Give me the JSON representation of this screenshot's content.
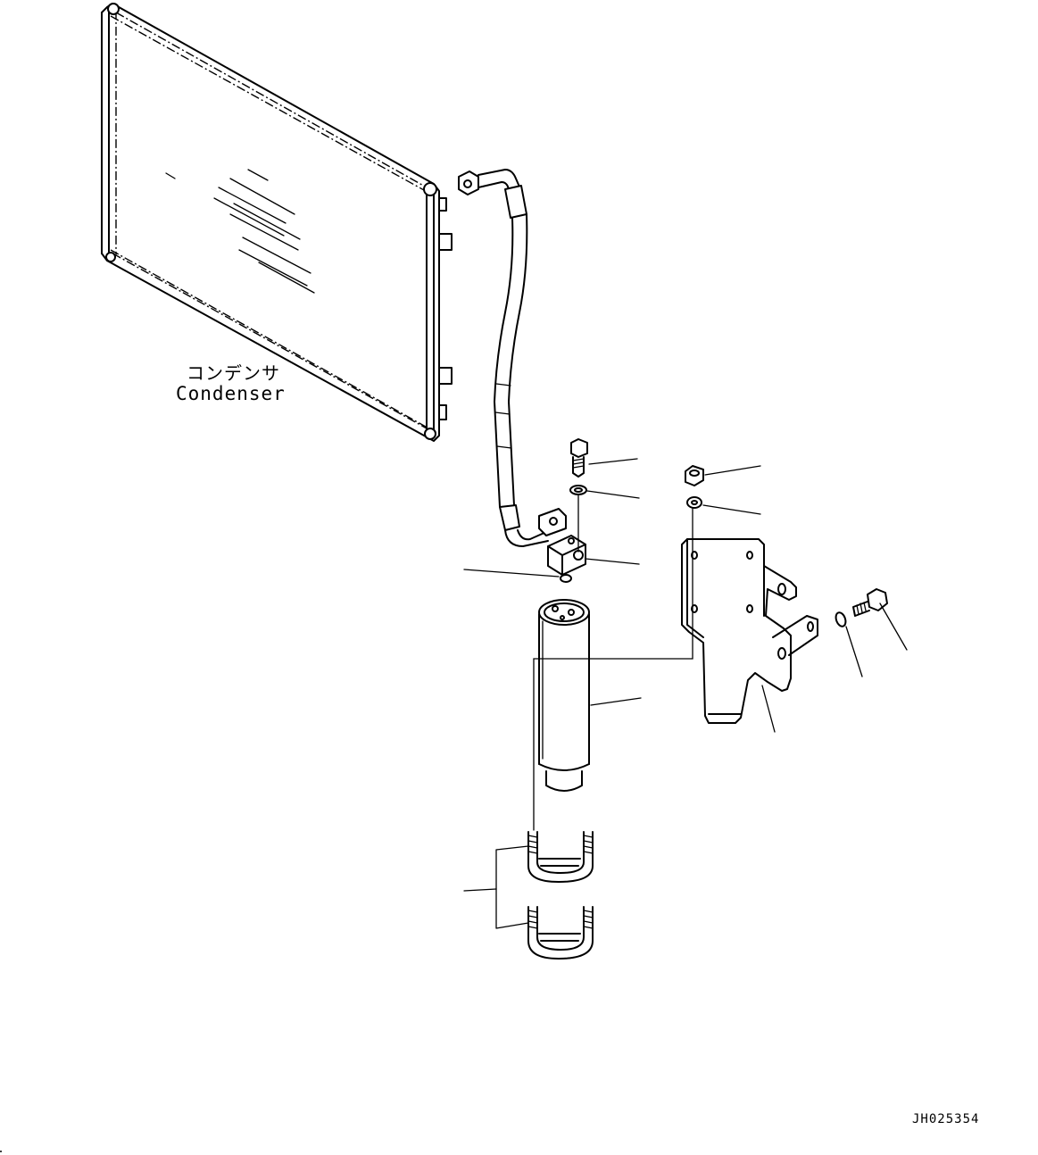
{
  "labels": {
    "condenser_jp": "コンデンサ",
    "condenser_en": "Condenser"
  },
  "drawing_number": "JH025354",
  "colors": {
    "line": "#000000",
    "background": "#ffffff"
  },
  "icons": [
    "condenser",
    "refrigerant-hose",
    "hose-clamp-block",
    "bolt",
    "washer",
    "nut",
    "o-ring",
    "receiver-dryer",
    "mounting-bracket",
    "u-bolt"
  ]
}
